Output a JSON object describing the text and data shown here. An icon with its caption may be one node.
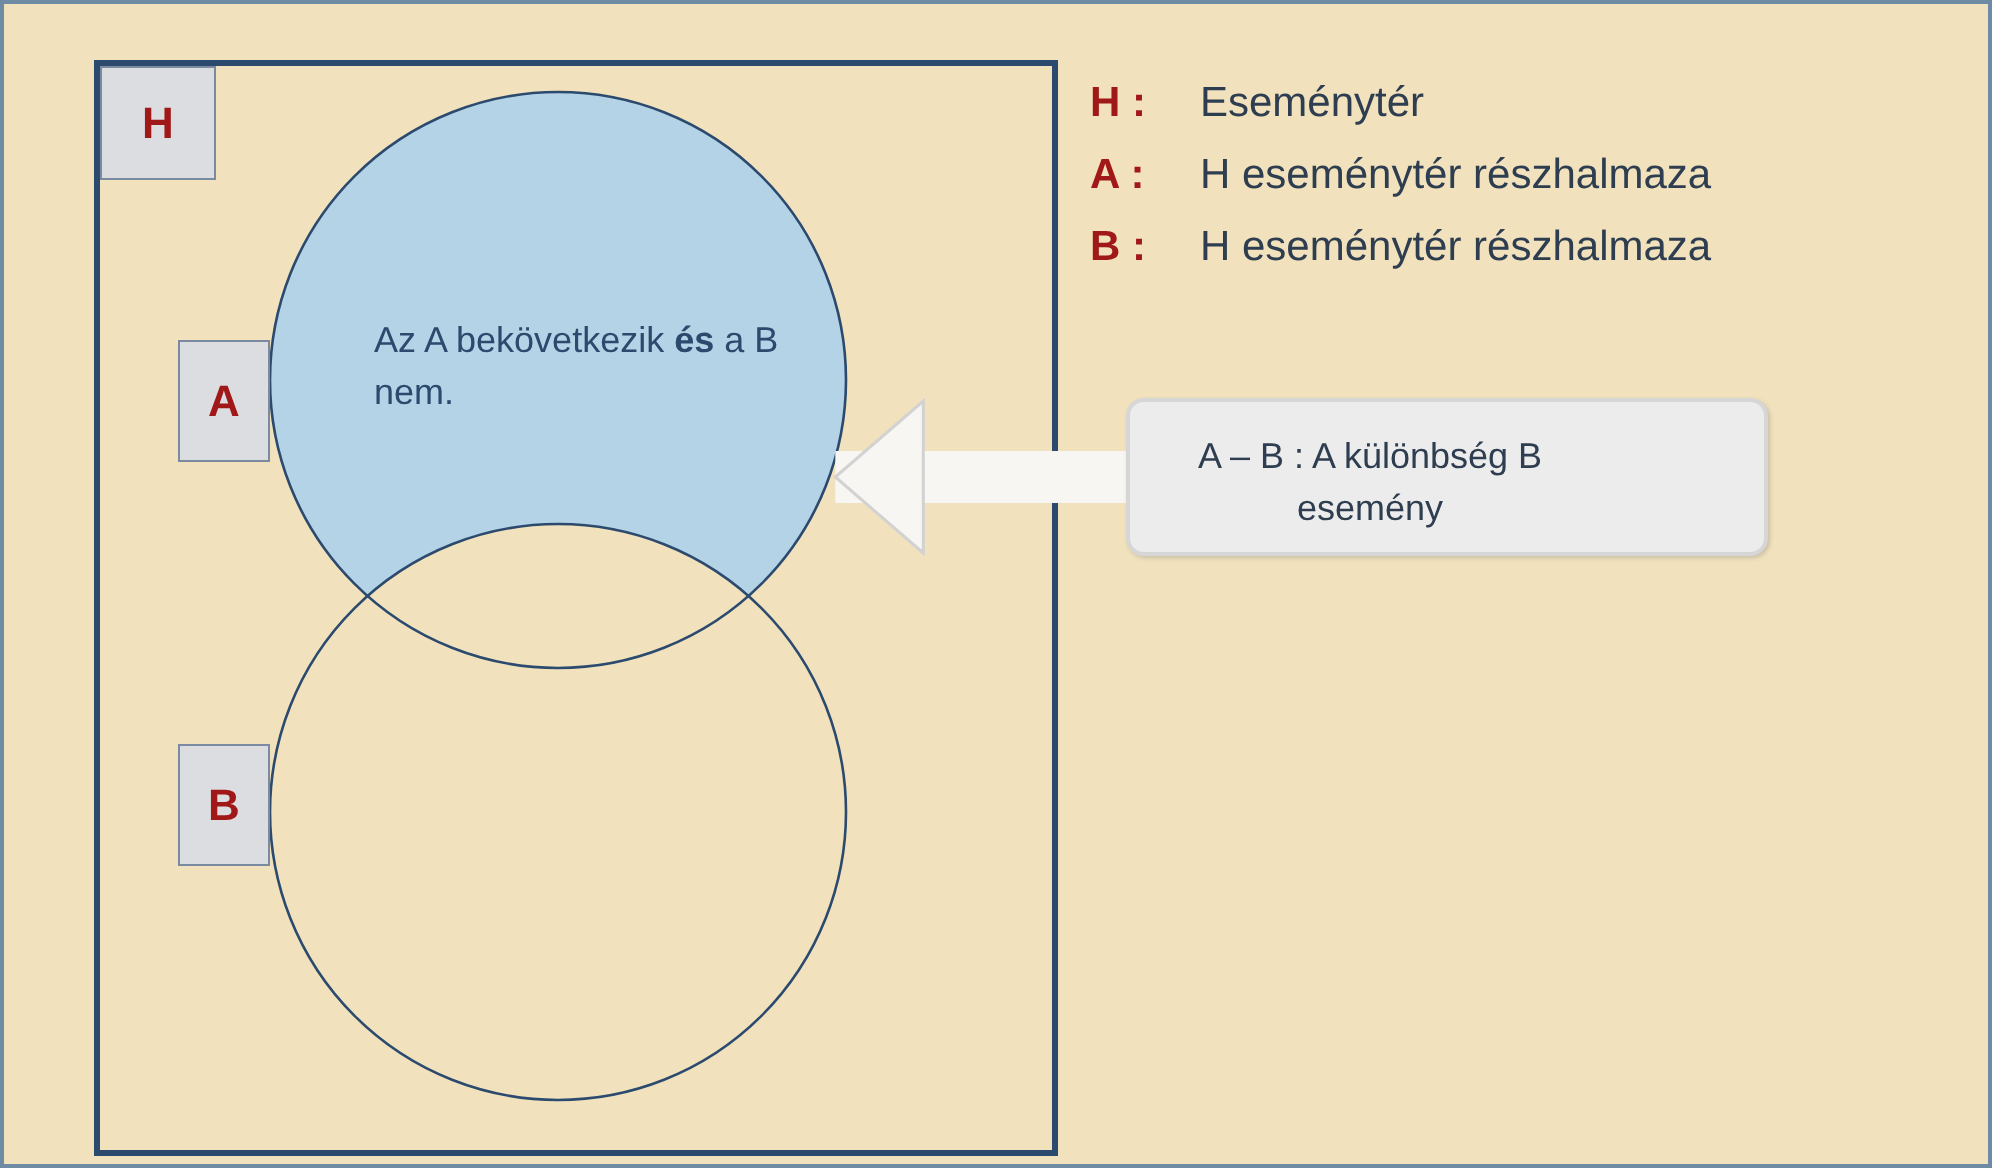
{
  "diagram": {
    "nodes": [
      {
        "text": [
          "H"
        ]
      },
      {
        "text": [
          "A",
          "Az A bekövetkezik **és** a B nem."
        ],
        "in": 0
      },
      {
        "text": [
          "B"
        ],
        "in": 0
      },
      {
        "text": [
          "A – B : A különbség B esemény"
        ]
      }
    ],
    "edges": [
      {
        "from": 3,
        "to": 1,
        "arrow": "to"
      }
    ],
    "labels": [
      "H :",
      "Eseménytér",
      "A :",
      "H eseménytér részhalmaza",
      "B :",
      "H eseménytér részhalmaza"
    ]
  }
}
